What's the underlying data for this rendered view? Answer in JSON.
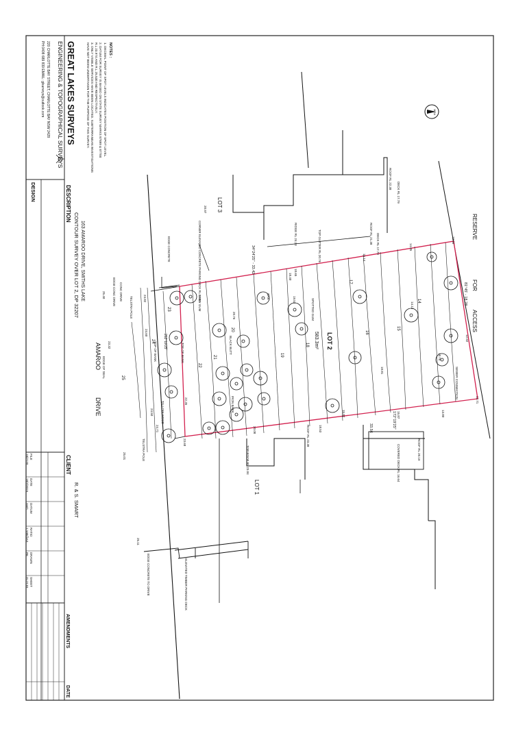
{
  "title_block": {
    "company": "GREAT LAKES SURVEYS",
    "company_sub": "ENGINEERING & TOPOGRAPHICAL SURVEYS",
    "address": "220 CHARLOTTE BAY STREET, CHARLOTTE BAY NSW 2428",
    "contact": "PH:0408 689 839     EMAIL: glsurveys@outlook.com",
    "description_heading": "DESCRIPTION",
    "description_line1": "CONTOUR SURVEY OVER LOT 2, DP 32207",
    "description_line2": "163 AMAROO DRIVE, SMITHS LAKE",
    "design_heading": "DESIGN",
    "client_heading": "CLIENT",
    "client_name": "R. & S. SMART",
    "amendments_heading": "AMENDMENTS",
    "date_heading": "DATE",
    "meta": [
      {
        "label": "FILE",
        "value": "18/2170"
      },
      {
        "label": "DATE",
        "value": "18/7/2019"
      },
      {
        "label": "DATUM",
        "value": "AHD"
      },
      {
        "label": "RATIO",
        "value": "1:100@A3"
      },
      {
        "label": "DRAWN",
        "value": "PK"
      },
      {
        "label": "SHEET",
        "value": "GL2170"
      }
    ]
  },
  "notes": {
    "heading": "NOTES :",
    "items": [
      "1. DECIMAL POINT OF SPOT LEVELS INDICATES POSITION OF SPOT LEVEL.",
      "2. DATUM FOR SURVEY IS BASED ON STATE SURVEY MARKS 87899 & 87700",
      "   R.L 23.974 AND R.L 25.530 AND RESPECTIVELY.",
      "3. ONLY VISIBLE SERVICES HAVE BEEN LOCATED. SUBTERRANEAN INVESTIGATIONS",
      "   HAVE NOT BEEN UNDERTAKEN FOR THE PURPOSE OF THIS SURVEY."
    ]
  },
  "plan": {
    "lot_label": "LOT 2",
    "area": "583.3m²",
    "lot3": "LOT 3",
    "lot1": "LOT 1",
    "reserve_words": [
      "RESERVE",
      "FOR",
      "ACCESS"
    ],
    "road_words": [
      "AMAROO",
      "DRIVE"
    ],
    "bearings": [
      "81°45' - 18.28",
      "34°24'25\" - 33.42",
      "172°19'25\"",
      "33.56",
      "262°19'25\""
    ],
    "contours": [
      "20",
      "21",
      "22",
      "19",
      "18",
      "17",
      "16",
      "15",
      "14",
      "23",
      "24",
      "25"
    ],
    "trees": [
      "OAK",
      "GREY GUM",
      "SPOTTED GUM",
      "BLACK BUTT",
      "IRON BARK",
      "TALLOW WOOD"
    ],
    "annotations": [
      "DECK RL 17.79",
      "ROOF RL 22.38",
      "TOP GUTTER RL 20.76",
      "RIDGE RL 24.23",
      "DECK RL 17.79",
      "ROOF RL 21.38",
      "ROOF RL 23.38",
      "TOP ROOF RL 23.04",
      "COVERED DECK RL 16.64",
      "ROOF RL 20.19",
      "SEWER CONNECTION",
      "CORNER ELEVATED CONCRETE PARKING DECK RL 24.83",
      "EDGE CONCRETE TO DRIVE",
      "ELEVATED TIMBER PARKING DECK",
      "EDGE CONCRETE",
      "TOE OF BANK",
      "TOP OF BANK",
      "TELSTRA POLE",
      "TELSTRA POLE",
      "EDGE OF SEAL",
      "EDGE CONC DRIVE",
      "CONC DRIVE"
    ],
    "spot_levels": [
      "13.50",
      "14.85",
      "15.82",
      "16.14",
      "18.40",
      "18.65",
      "20.76",
      "18.81",
      "18.78",
      "12.92",
      "12.71",
      "13.80",
      "15.87",
      "18.53",
      "20.08",
      "22.35",
      "23.68",
      "24.71",
      "25.01",
      "25.40",
      "23.32",
      "24.60",
      "24.50",
      "24.82",
      "14.13",
      "19.52",
      "20.97",
      "25.11"
    ]
  }
}
